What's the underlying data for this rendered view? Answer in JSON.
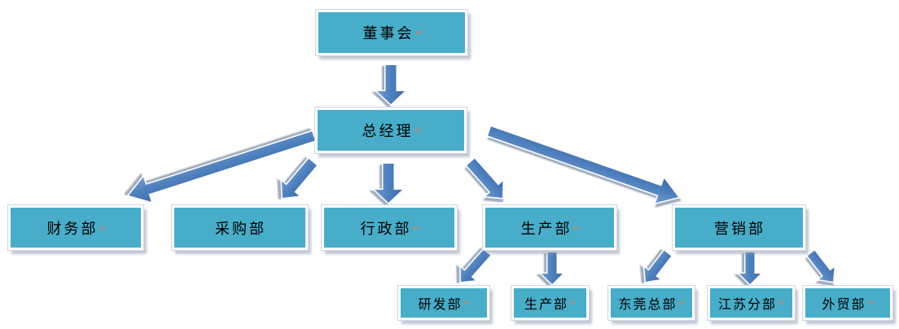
{
  "diagram": {
    "type": "org-chart",
    "nodes": [
      {
        "id": "board",
        "label": "董事会",
        "mark": "↵"
      },
      {
        "id": "gm",
        "label": "总经理",
        "mark": "↵"
      },
      {
        "id": "finance",
        "label": "财务部",
        "mark": "↵"
      },
      {
        "id": "purchasing",
        "label": "采购部",
        "mark": ""
      },
      {
        "id": "admin",
        "label": "行政部",
        "mark": "↵"
      },
      {
        "id": "production",
        "label": "生产部",
        "mark": "↵"
      },
      {
        "id": "marketing",
        "label": "营销部",
        "mark": ""
      },
      {
        "id": "rnd",
        "label": "研发部",
        "mark": "↵"
      },
      {
        "id": "production2",
        "label": "生产部",
        "mark": "↵"
      },
      {
        "id": "dongguan",
        "label": "东莞总部",
        "mark": "↵"
      },
      {
        "id": "jiangsu",
        "label": "江苏分部",
        "mark": "↵"
      },
      {
        "id": "trade",
        "label": "外贸部",
        "mark": "↵"
      }
    ],
    "edges": [
      {
        "from": "board",
        "to": "gm"
      },
      {
        "from": "gm",
        "to": "finance"
      },
      {
        "from": "gm",
        "to": "purchasing"
      },
      {
        "from": "gm",
        "to": "admin"
      },
      {
        "from": "gm",
        "to": "production"
      },
      {
        "from": "gm",
        "to": "marketing"
      },
      {
        "from": "production",
        "to": "rnd"
      },
      {
        "from": "production",
        "to": "production2"
      },
      {
        "from": "marketing",
        "to": "dongguan"
      },
      {
        "from": "marketing",
        "to": "jiangsu"
      },
      {
        "from": "marketing",
        "to": "trade"
      }
    ],
    "colors": {
      "box_fill": "#48ADC8",
      "box_border": "#FFFFFF",
      "box_text": "#000000",
      "arrow_fill": "#4A7EBB",
      "arrow_outline": "#FFFFFF",
      "arrow_shadow": "#97A3B6",
      "paragraph_mark": "#C0897C"
    }
  }
}
